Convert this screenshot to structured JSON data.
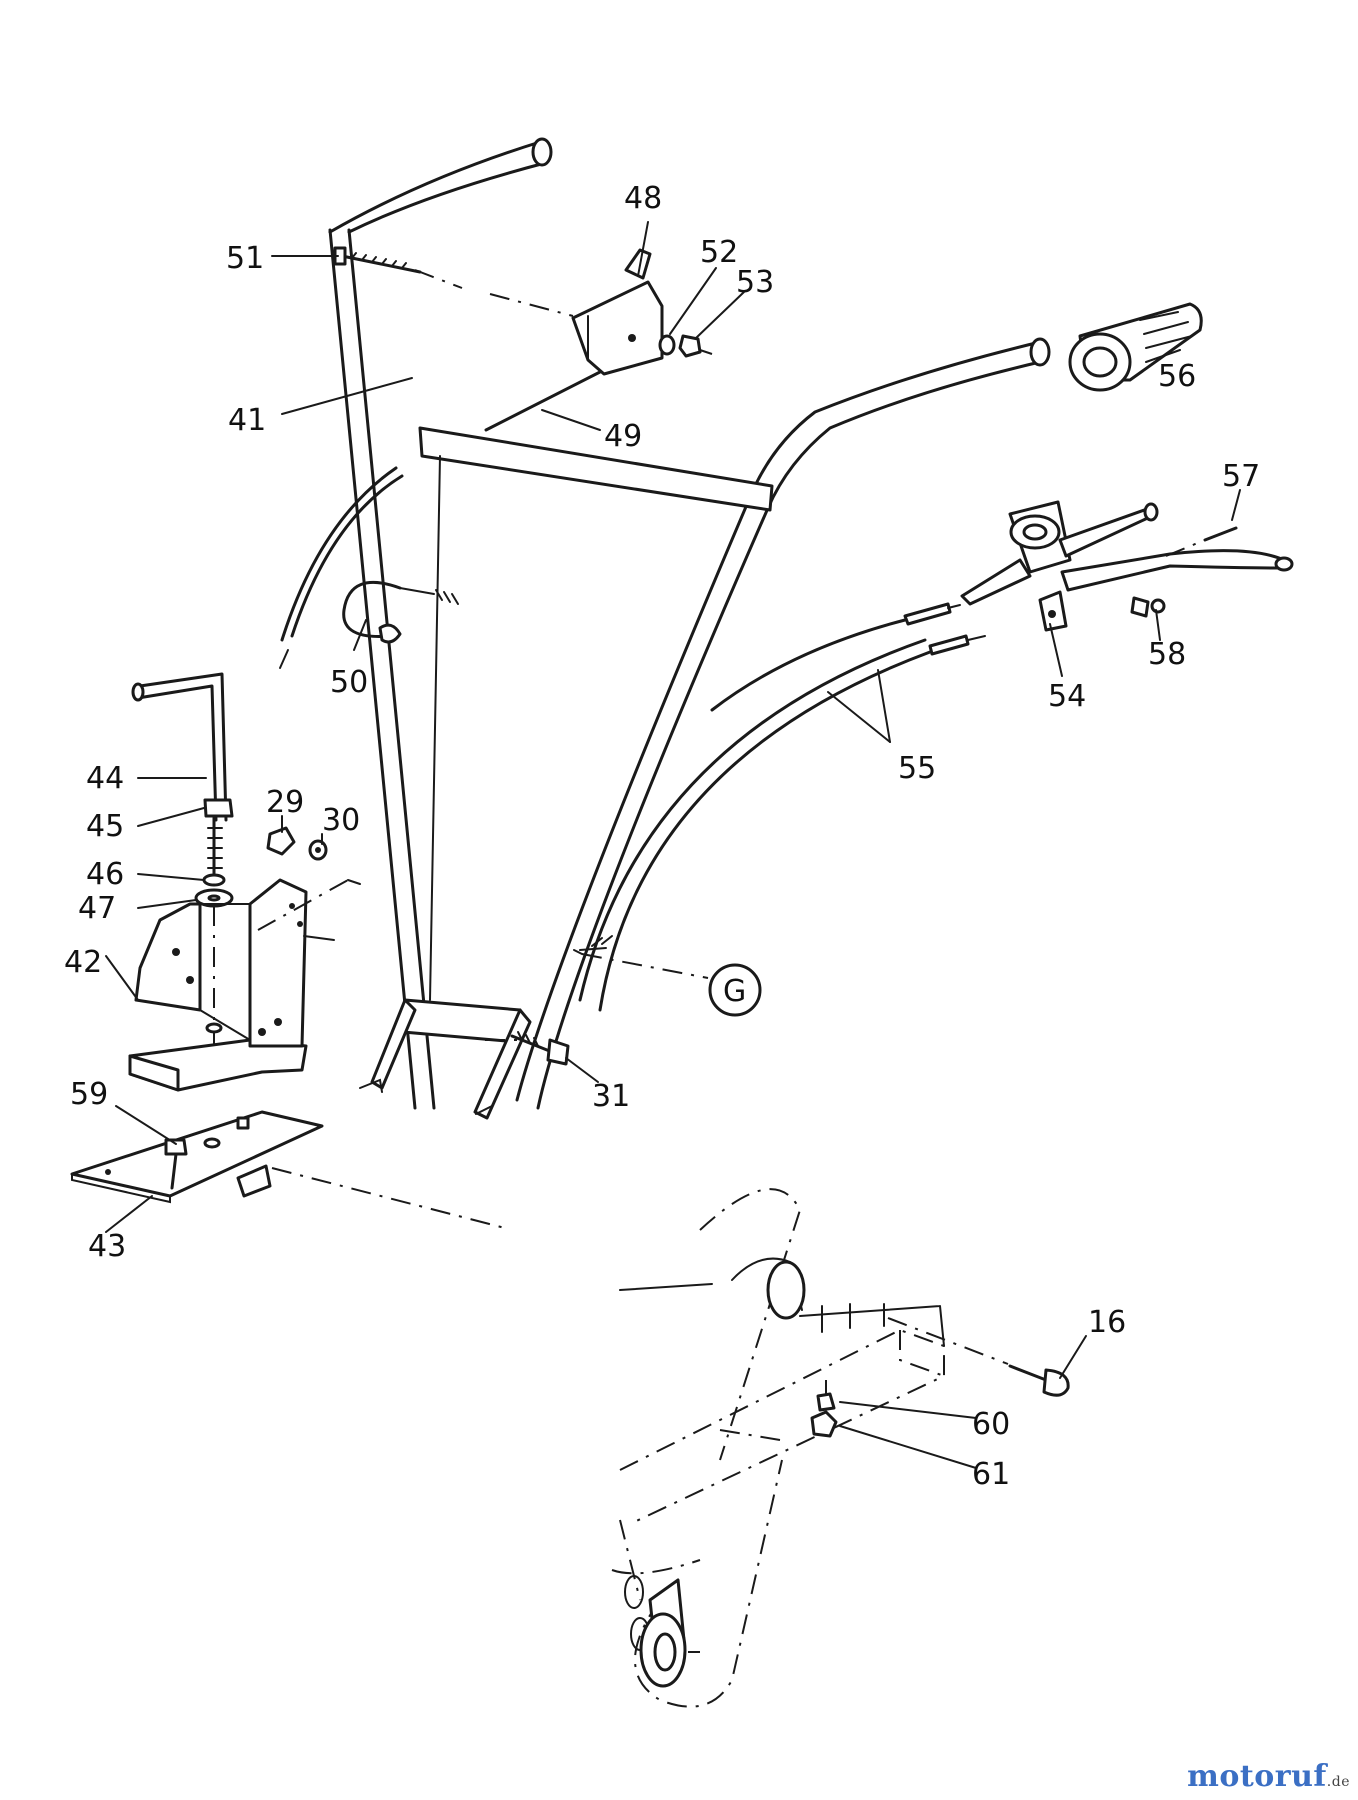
{
  "labels": {
    "p16": "16",
    "p29": "29",
    "p30": "30",
    "p31": "31",
    "p41": "41",
    "p42": "42",
    "p43": "43",
    "p44": "44",
    "p45": "45",
    "p46": "46",
    "p47": "47",
    "p48": "48",
    "p49": "49",
    "p50": "50",
    "p51": "51",
    "p52": "52",
    "p53": "53",
    "p54": "54",
    "p55": "55",
    "p56": "56",
    "p57": "57",
    "p58": "58",
    "p59": "59",
    "p60": "60",
    "p61": "61",
    "g": "G"
  },
  "watermark": {
    "brand": "motoruf",
    "tld": ".de"
  }
}
